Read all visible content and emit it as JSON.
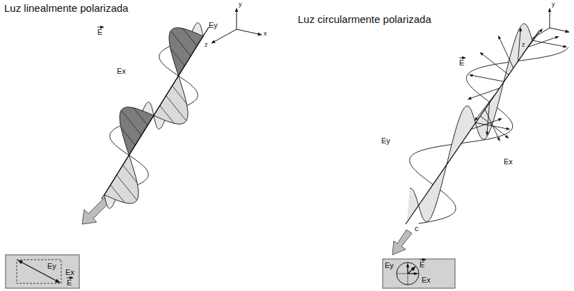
{
  "diagram": {
    "labels": [
      "Luz linealmente polarizada",
      "E",
      "Ey",
      "Ex",
      "y",
      "x",
      "z",
      "Ey",
      "Ex",
      "E",
      "Luz circularmente polarizada",
      "E",
      "Ey",
      "Ex",
      "y",
      "z",
      "c",
      "E",
      "Ey",
      "Ex"
    ]
  }
}
